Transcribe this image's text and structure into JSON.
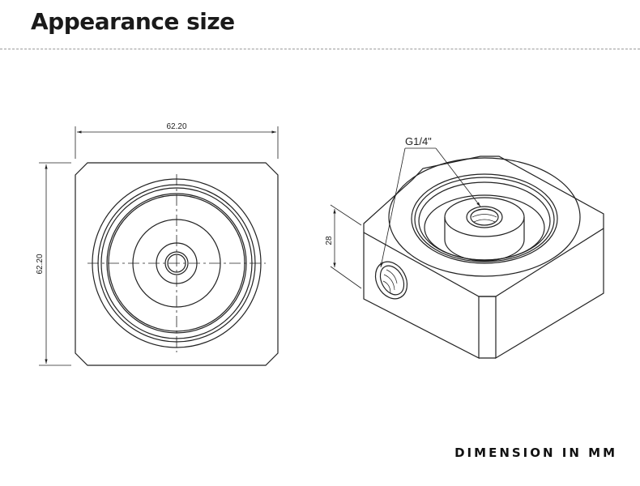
{
  "header": {
    "title": "Appearance size"
  },
  "drawing": {
    "width_label": "62.20",
    "height_label": "62.20",
    "depth_label": "28",
    "thread_label": "G1/4\""
  },
  "footer": {
    "note": "DIMENSION IN MM"
  }
}
